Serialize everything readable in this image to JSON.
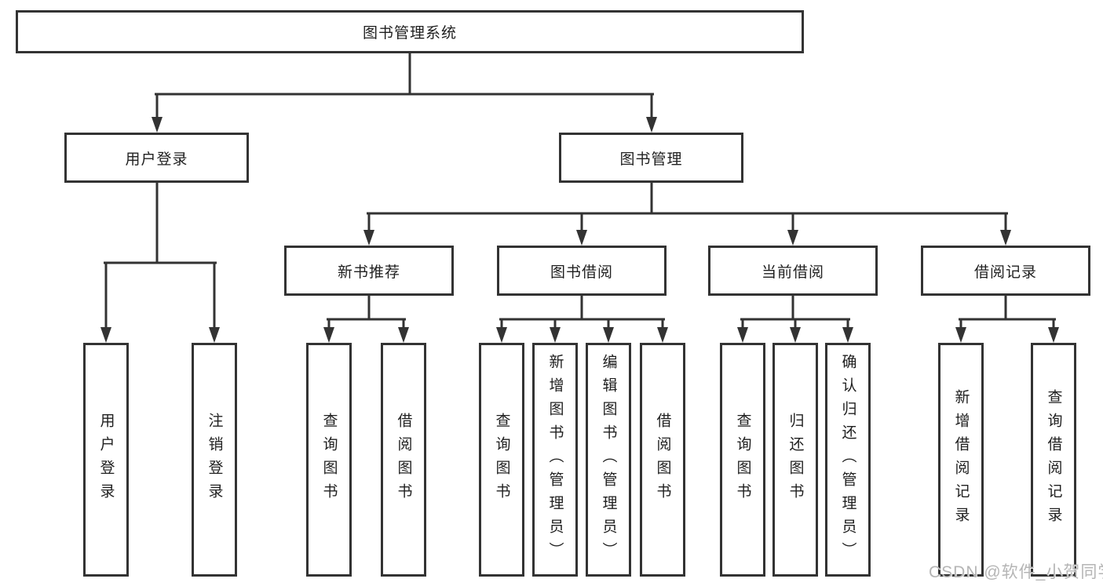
{
  "tree": {
    "root": "图书管理系统",
    "branches": [
      {
        "label": "用户登录",
        "children": [
          "用户登录",
          "注销登录"
        ]
      },
      {
        "label": "图书管理",
        "groups": [
          {
            "label": "新书推荐",
            "children": [
              "查询图书",
              "借阅图书"
            ]
          },
          {
            "label": "图书借阅",
            "children": [
              "查询图书",
              "新增图书（管理员）",
              "编辑图书（管理员）",
              "借阅图书"
            ]
          },
          {
            "label": "当前借阅",
            "children": [
              "查询图书",
              "归还图书",
              "确认归还（管理员）"
            ]
          },
          {
            "label": "借阅记录",
            "children": [
              "新增借阅记录",
              "查询借阅记录"
            ]
          }
        ]
      }
    ]
  },
  "watermark": "CSDN @软件_小贺同学",
  "colors": {
    "line": "#333333",
    "box_border": "#333333",
    "text": "#1f1f1f",
    "watermark": "#b5b5b5",
    "background": "#ffffff"
  }
}
